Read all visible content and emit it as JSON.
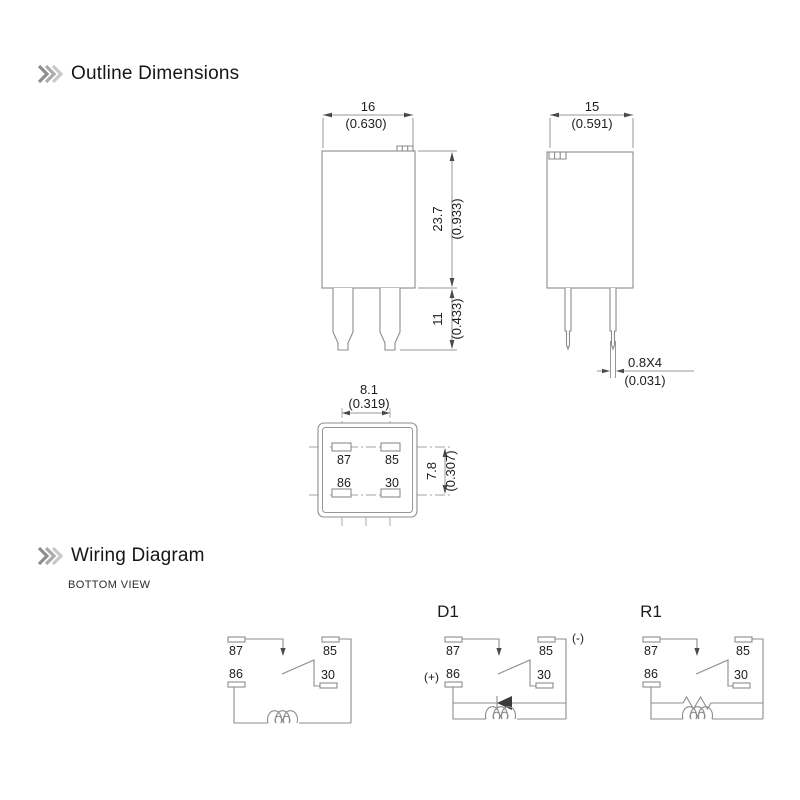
{
  "outline_section": {
    "title": "Outline Dimensions",
    "front_view": {
      "width_mm": "16",
      "width_in": "(0.630)",
      "body_height_mm": "23.7",
      "body_height_in": "(0.933)",
      "pin_length_mm": "11",
      "pin_length_in": "(0.433)"
    },
    "side_view": {
      "width_mm": "15",
      "width_in": "(0.591)",
      "terminal_mm": "0.8X4",
      "terminal_in": "(0.031)"
    },
    "bottom_view": {
      "pitch_h_mm": "8.1",
      "pitch_h_in": "(0.319)",
      "pitch_v_mm": "7.8",
      "pitch_v_in": "(0.307)",
      "pin_tl": "87",
      "pin_tr": "85",
      "pin_bl": "86",
      "pin_br": "30"
    }
  },
  "wiring_section": {
    "title": "Wiring Diagram",
    "subtitle": "BOTTOM VIEW",
    "schematics": [
      {
        "title": "",
        "pin_87": "87",
        "pin_85": "85",
        "pin_86": "86",
        "pin_30": "30",
        "plus": "",
        "minus": ""
      },
      {
        "title": "D1",
        "pin_87": "87",
        "pin_85": "85",
        "pin_86": "86",
        "pin_30": "30",
        "plus": "(+)",
        "minus": "(-)"
      },
      {
        "title": "R1",
        "pin_87": "87",
        "pin_85": "85",
        "pin_86": "86",
        "pin_30": "30",
        "plus": "",
        "minus": ""
      }
    ]
  },
  "colors": {
    "line": "#8c8c8c",
    "text": "#1c1c1c",
    "chevron": "#9a9a9a"
  }
}
